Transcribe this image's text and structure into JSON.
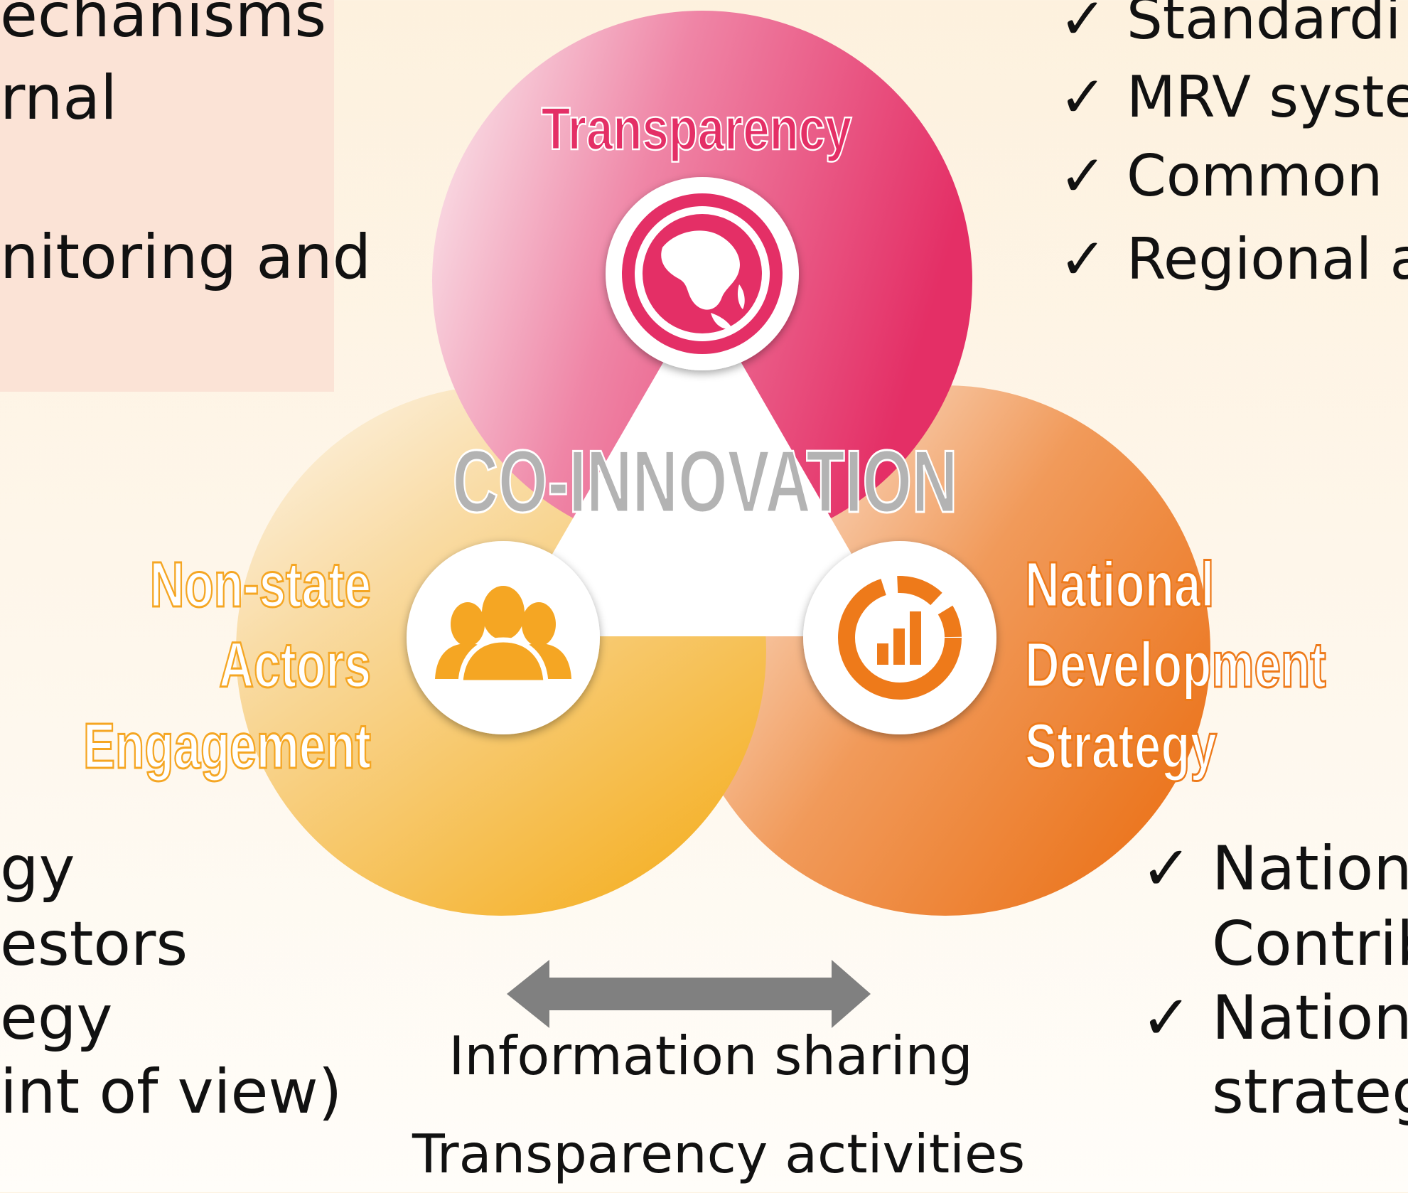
{
  "top_left_box": {
    "lines": [
      "echanisms",
      "rnal",
      "",
      "nitoring and"
    ]
  },
  "top_right_checklist": {
    "check": "✓",
    "items": [
      "Standardi",
      "MRV syste",
      "Common",
      "Regional a"
    ]
  },
  "left_list": {
    "lines": [
      "gy",
      "estors",
      "egy",
      "int of view)"
    ]
  },
  "right_list": {
    "check": "✓",
    "lines": [
      "Nationa",
      "Contribu",
      "Nationa",
      "strategy"
    ]
  },
  "diagram": {
    "center_label": "CO-INNOVATION",
    "transparency": {
      "label": "Transparency",
      "color": "#e42f66"
    },
    "non_state": {
      "lines": [
        "Non-state",
        "Actors",
        "Engagement"
      ],
      "color": "#f5a623"
    },
    "national": {
      "lines": [
        "National",
        "Development",
        "Strategy"
      ],
      "color": "#ee7a1a"
    }
  },
  "bottom": {
    "caption_line1": "Information sharing",
    "caption_line2": "Transparency activities",
    "arrow_color": "#808080"
  },
  "icons": [
    "globe-icon",
    "people-icon",
    "chart-icon",
    "double-arrow-icon"
  ]
}
